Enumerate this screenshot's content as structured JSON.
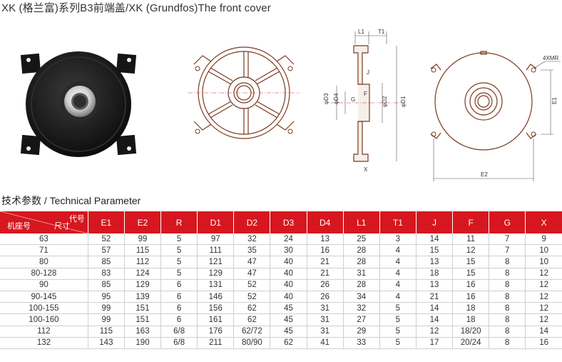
{
  "title": "XK (格兰富)系列B3前端盖/XK (Grundfos)The front cover",
  "subtitle": "技术参数 / Technical Parameter",
  "drawing_labels": {
    "L1": "L1",
    "T1": "T1",
    "J": "J",
    "F": "F",
    "G": "G",
    "D1": "φD1",
    "D2": "φD2",
    "D3": "φD3",
    "D4": "φD4",
    "X": "X",
    "holes": "4XMR",
    "E1": "E1",
    "E2": "E2"
  },
  "table": {
    "corner": {
      "code": "代号",
      "frame": "机座号",
      "size": "尺寸"
    },
    "columns": [
      "E1",
      "E2",
      "R",
      "D1",
      "D2",
      "D3",
      "D4",
      "L1",
      "T1",
      "J",
      "F",
      "G",
      "X"
    ],
    "rows": [
      [
        "63",
        "52",
        "99",
        "5",
        "97",
        "32",
        "24",
        "13",
        "25",
        "3",
        "14",
        "11",
        "7",
        "9"
      ],
      [
        "71",
        "57",
        "115",
        "5",
        "111",
        "35",
        "30",
        "16",
        "28",
        "4",
        "15",
        "12",
        "7",
        "10"
      ],
      [
        "80",
        "85",
        "112",
        "5",
        "121",
        "47",
        "40",
        "21",
        "28",
        "4",
        "13",
        "15",
        "8",
        "10"
      ],
      [
        "80-128",
        "83",
        "124",
        "5",
        "129",
        "47",
        "40",
        "21",
        "31",
        "4",
        "18",
        "15",
        "8",
        "12"
      ],
      [
        "90",
        "85",
        "129",
        "6",
        "131",
        "52",
        "40",
        "26",
        "28",
        "4",
        "13",
        "16",
        "8",
        "12"
      ],
      [
        "90-145",
        "95",
        "139",
        "6",
        "146",
        "52",
        "40",
        "26",
        "34",
        "4",
        "21",
        "16",
        "8",
        "12"
      ],
      [
        "100-155",
        "99",
        "151",
        "6",
        "156",
        "62",
        "45",
        "31",
        "32",
        "5",
        "14",
        "18",
        "8",
        "12"
      ],
      [
        "100-160",
        "99",
        "151",
        "6",
        "161",
        "62",
        "45",
        "31",
        "27",
        "5",
        "14",
        "18",
        "8",
        "12"
      ],
      [
        "112",
        "115",
        "163",
        "6/8",
        "176",
        "62/72",
        "45",
        "31",
        "29",
        "5",
        "12",
        "18/20",
        "8",
        "14"
      ],
      [
        "132",
        "143",
        "190",
        "6/8",
        "211",
        "80/90",
        "62",
        "41",
        "33",
        "5",
        "17",
        "20/24",
        "8",
        "16"
      ]
    ]
  }
}
